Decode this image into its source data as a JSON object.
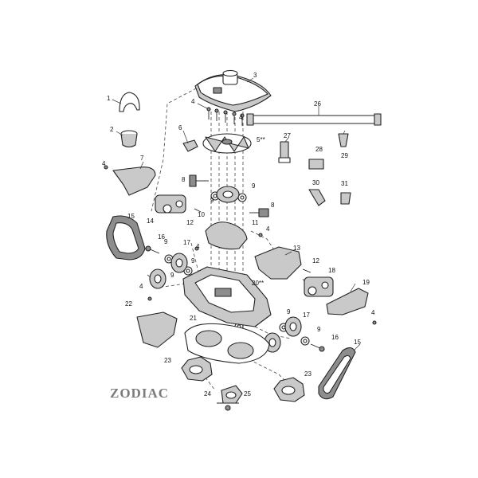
{
  "brand": {
    "logo_text": "ZODIAC"
  },
  "callouts": {
    "c1": "1",
    "c2": "2",
    "c3": "3",
    "c4a": "4",
    "c4b": "4",
    "c4c": "4",
    "c4d": "4",
    "c4e": "4",
    "c4f": "4",
    "c4g": "4",
    "c5": "5**",
    "c6": "6",
    "c7": "7",
    "c8a": "8",
    "c8b": "8",
    "c9a": "9",
    "c9b": "9",
    "c9c": "9",
    "c9d": "9",
    "c9e": "9",
    "c9f": "9",
    "c9g": "9",
    "c10": "10",
    "c11": "11",
    "c12a": "12",
    "c12b": "12",
    "c13": "13",
    "c14": "14",
    "c15a": "15",
    "c15b": "15",
    "c16a": "16",
    "c16b": "16",
    "c17a": "17",
    "c17b": "17",
    "c18": "18",
    "c19": "19",
    "c20": "20**",
    "c21": "21",
    "c22": "22",
    "c23a": "23",
    "c23b": "23",
    "c24": "24",
    "c25": "25",
    "c26": "26",
    "c27": "27",
    "c28": "28",
    "c29": "29",
    "c30": "30",
    "c31": "31"
  }
}
